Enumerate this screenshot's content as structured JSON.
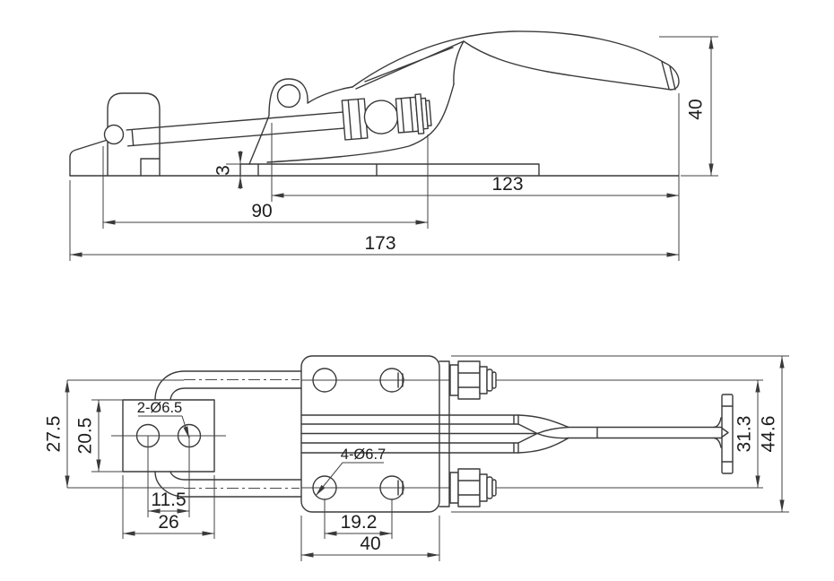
{
  "colors": {
    "line": "#3a3a3a",
    "background": "#ffffff"
  },
  "side_view": {
    "dims": {
      "overall_height": "40",
      "base_thickness": "3",
      "pivot_to_end": "123",
      "hook_to_spindle": "90",
      "overall_length": "173"
    }
  },
  "plan_view": {
    "dims": {
      "u_bolt_arm_spacing": "27.5",
      "catch_plate_height": "20.5",
      "catch_plate_holes": "2-Ø6.5",
      "catch_hole_spacing": "11.5",
      "catch_plate_width": "26",
      "base_plate_holes": "4-Ø6.7",
      "base_hole_spacing": "19.2",
      "base_plate_width": "40",
      "hook_inner_width": "31.3",
      "overall_width": "44.6"
    }
  }
}
